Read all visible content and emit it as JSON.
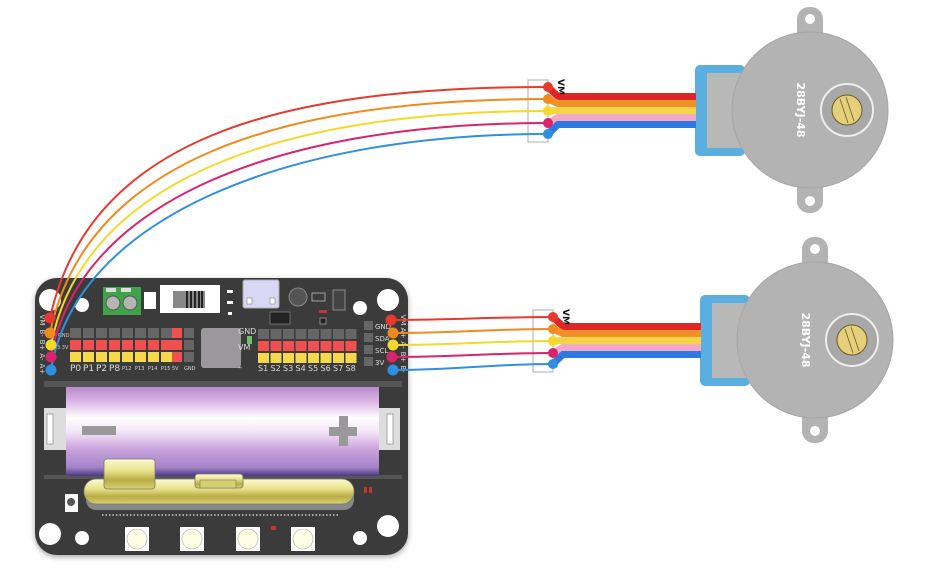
{
  "colors": {
    "red": "#e8392f",
    "orange": "#f08a1c",
    "yellow": "#f5d92a",
    "pink": "#d9236b",
    "blue": "#2f8fe0",
    "board": "#3a3a3a",
    "motor": "#b3b3b3",
    "motor_connector": "#5aaee0",
    "battery": "#c9a3dc",
    "microbit_gold": "#e8e08a"
  },
  "board": {
    "left_labels": [
      "VM",
      "B-",
      "B+",
      "A-",
      "A+"
    ],
    "right_labels": [
      "VM",
      "A+",
      "A-",
      "B+",
      "B-"
    ],
    "i2c_labels": [
      "GND",
      "SDA",
      "SCL",
      "3V"
    ],
    "top_header_label_left": "GND",
    "mid_header_label_left": "3.3V",
    "pin_labels_big": [
      "P0",
      "P1",
      "P2",
      "P8"
    ],
    "pin_labels_small": [
      "P12",
      "P13",
      "P14",
      "P15"
    ],
    "power_labels": [
      "5V",
      "GND"
    ],
    "servo_side_labels": [
      "GND",
      "VM",
      "–"
    ],
    "servo_labels": [
      "S1",
      "S2",
      "S3",
      "S4",
      "S5",
      "S6",
      "S7",
      "S8"
    ],
    "battery_minus": "–",
    "battery_plus": "+"
  },
  "motors": [
    {
      "name": "motor-top",
      "model": "28BYJ-48",
      "connector_label": "VM"
    },
    {
      "name": "motor-bottom",
      "model": "28BYJ-48",
      "connector_label": "VM"
    }
  ],
  "wires": {
    "order": [
      "red",
      "orange",
      "yellow",
      "pink",
      "blue"
    ],
    "ribbon_order": [
      "red",
      "orange",
      "yellow",
      "pink",
      "blue"
    ]
  }
}
